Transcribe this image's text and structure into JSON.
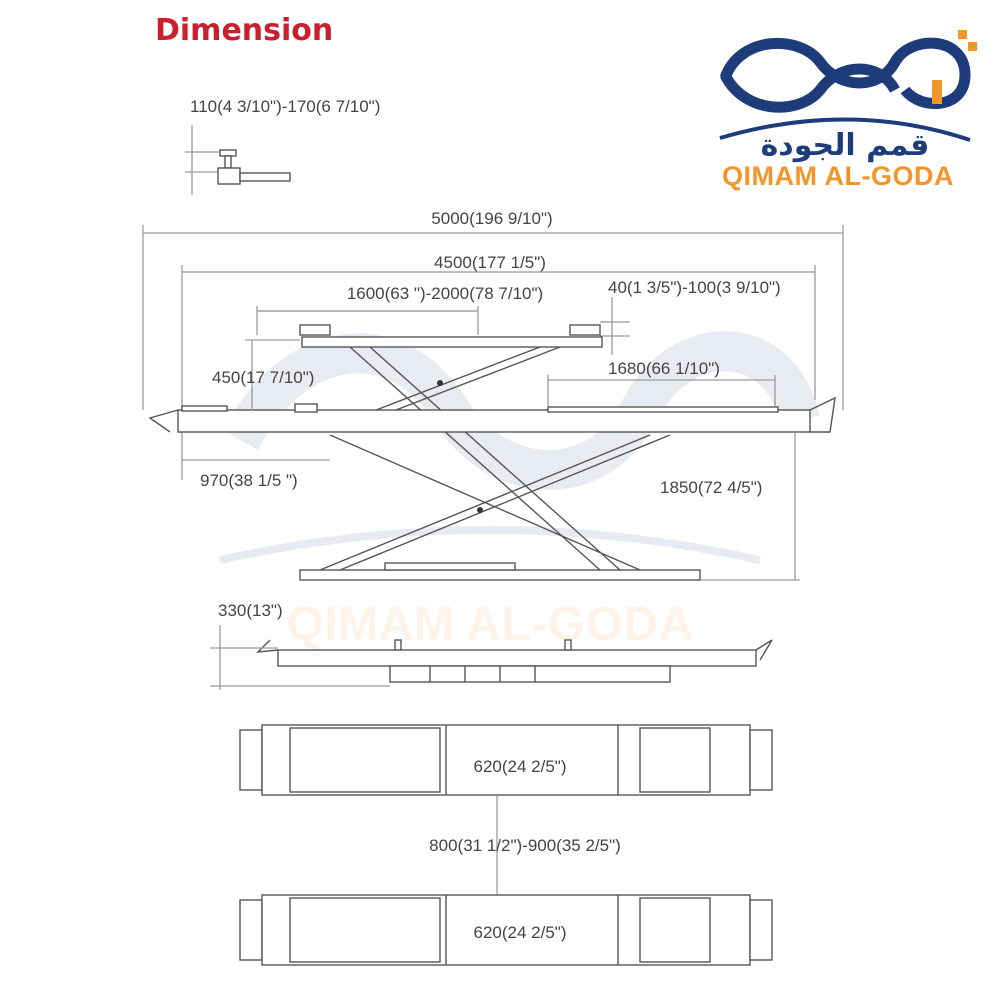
{
  "title": "Dimension",
  "logo": {
    "arabic": "قمم الجودة",
    "english": "QIMAM AL-GODA",
    "colors": {
      "blue": "#1f3c7a",
      "orange": "#f0962a"
    }
  },
  "dimensions": {
    "pad_height": "110(4 3/10\")-170(6 7/10\")",
    "total_length": "5000(196 9/10\")",
    "platform_length": "4500(177 1/5\")",
    "arm_span": "1600(63 \")-2000(78 7/10\")",
    "pad_adjust": "40(1 3/5\")-100(3 9/10\")",
    "min_height": "450(17 7/10\")",
    "slide_plate": "1680(66 1/10\")",
    "ramp_length": "970(38 1/5 \")",
    "max_height": "1850(72 4/5\")",
    "lowered_height": "330(13\")",
    "platform_width_1": "620(24 2/5\")",
    "platform_gap": "800(31 1/2\")-900(35 2/5\")",
    "platform_width_2": "620(24 2/5\")"
  },
  "colors": {
    "title": "#c8202f",
    "dimension_line": "#9a9a9a"
  }
}
